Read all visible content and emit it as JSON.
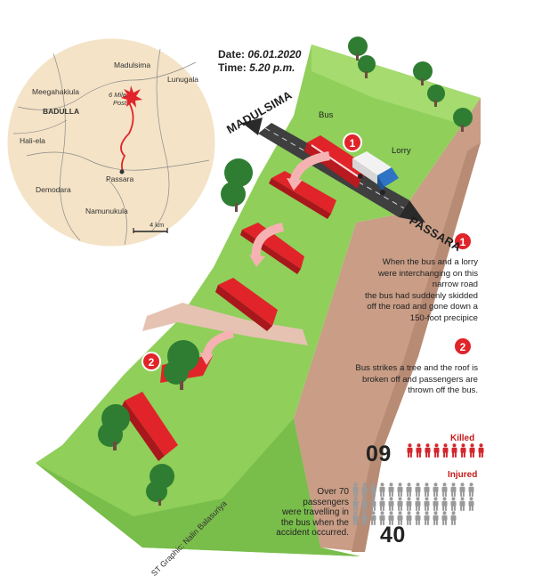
{
  "header": {
    "date_label": "Date:",
    "date_value": "06.01.2020",
    "time_label": "Time:",
    "time_value": "5.20 p.m."
  },
  "roads": {
    "north": "MADULSIMA",
    "south": "PASSARA"
  },
  "vehicles": {
    "bus": "Bus",
    "lorry": "Lorry"
  },
  "map": {
    "places": [
      "Madulsima",
      "Lunugala",
      "Meegahakiula",
      "BADULLA",
      "Hali-ela",
      "Passara",
      "Demodara",
      "Namunukula"
    ],
    "post": "6 Mile Post",
    "scale": "4 km"
  },
  "steps": [
    {
      "number": "1",
      "text": [
        "When the bus and a lorry",
        "were interchanging on this",
        "narrow road",
        "the bus had suddenly skidded",
        "off the road and gone down a",
        "150-foot precipice"
      ]
    },
    {
      "number": "2",
      "text": [
        "Bus strikes a tree and the roof is",
        "broken off and passengers are",
        "thrown off the bus."
      ]
    }
  ],
  "stats": {
    "killed_label": "Killed",
    "killed_count": "09",
    "injured_label": "Injured",
    "injured_count": "40",
    "note": [
      "Over 70",
      "passengers",
      "were travelling in",
      "the bus when the",
      "accident occurred."
    ]
  },
  "credit": "ST Graphic: Nalin Balasuriya",
  "colors": {
    "grass": "#8fcf5a",
    "grass_dark": "#74b84a",
    "cliff": "#c99d86",
    "bus": "#e0242a",
    "lorry": "#2e73c4",
    "killed": "#d3262d",
    "injured": "#9a9a9a",
    "road": "#3f3f3f"
  }
}
